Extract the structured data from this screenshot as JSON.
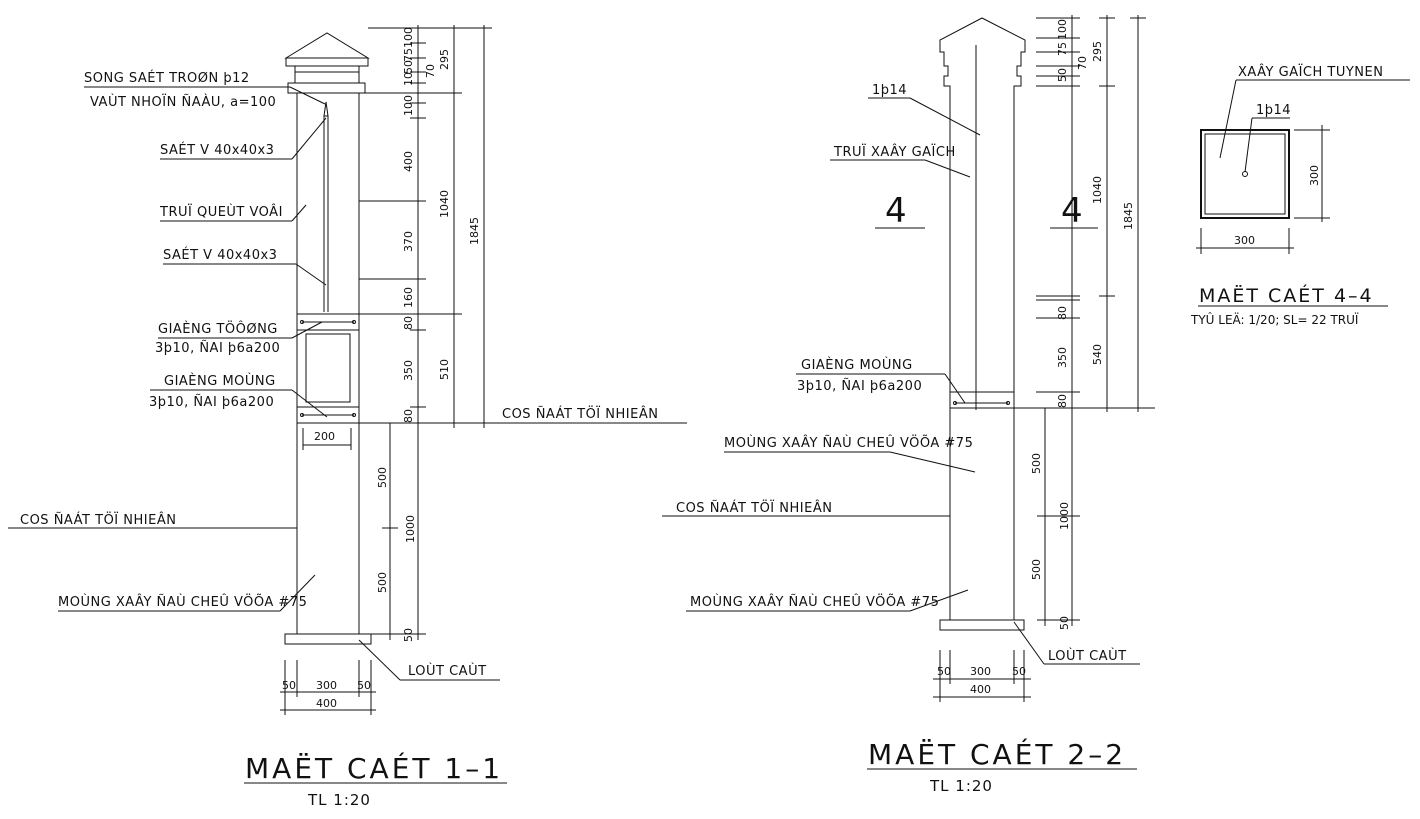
{
  "section_1": {
    "title": "MAËT CAÉT 1–1",
    "scale": "TL 1:20",
    "labels": {
      "song_sat": "SONG SAÉT TROØN þ12",
      "vat_nhon": "VAÙT NHOÏN ÑAÀU, a=100",
      "sat_v_top": "SAÉT V 40x40x3",
      "tru_quet_voi": "TRUÏ QUEÙT VOÂI",
      "sat_v_bottom": "SAÉT V 40x40x3",
      "giang_tuong_1": "GIAÈNG TÖÔØNG",
      "giang_tuong_2": "3þ10, ÑAI þ6a200",
      "giang_mong_1": "GIAÈNG MOÙNG",
      "giang_mong_2": "3þ10, ÑAI þ6a200",
      "cos_right": "COS ÑAÁT TÖÏ NHIEÂN",
      "cos_left": "COS ÑAÁT TÖÏ NHIEÂN",
      "mong_xay": "MOÙNG XAÂY ÑAÙ CHEÛ VÖÕA #75",
      "lot_cat": "LOÙT CAÙT"
    },
    "dims": {
      "d100": "100",
      "d75": "75",
      "d50": "50",
      "d70": "70",
      "d10": "10",
      "d295": "295",
      "d100b": "100",
      "d50b": "50",
      "d400": "400",
      "d1040": "1040",
      "d1845": "1845",
      "d370": "370",
      "d160": "160",
      "d80a": "80",
      "d350": "350",
      "d510": "510",
      "d80b": "80",
      "d200": "200",
      "d500a": "500",
      "d1000": "1000",
      "d500b": "500",
      "d50c": "50",
      "b50a": "50",
      "b300": "300",
      "b50b": "50",
      "b400": "400"
    }
  },
  "section_2": {
    "title": "MAËT CAÉT 2–2",
    "scale": "TL 1:20",
    "labels": {
      "rebar": "1þ14",
      "tru_xay": "TRUÏ XAÂY GAÏCH",
      "mark_left": "4",
      "mark_right": "4",
      "giang_mong_1": "GIAÈNG MOÙNG",
      "giang_mong_2": "3þ10, ÑAI þ6a200",
      "mong_xay_top": "MOÙNG XAÂY ÑAÙ CHEÛ VÖÕA #75",
      "cos": "COS ÑAÁT TÖÏ NHIEÂN",
      "mong_xay_bottom": "MOÙNG XAÂY ÑAÙ CHEÛ VÖÕA #75",
      "lot_cat": "LOÙT CAÙT"
    },
    "dims": {
      "d100": "100",
      "d75": "75",
      "d50": "50",
      "d70": "70",
      "d295": "295",
      "d1040": "1040",
      "d1845": "1845",
      "d80a": "80",
      "d350": "350",
      "d540": "540",
      "d80b": "80",
      "d500a": "500",
      "d1000": "1000",
      "d500b": "500",
      "d50c": "50",
      "b50a": "50",
      "b300": "300",
      "b50b": "50",
      "b400": "400"
    }
  },
  "section_4": {
    "title": "MAËT CAÉT 4–4",
    "scale": "TYÛ LEÄ: 1/20; SL= 22 TRUÏ",
    "labels": {
      "xay_gach": "XAÂY GAÏCH TUYNEN",
      "rebar": "1þ14"
    },
    "dims": {
      "height": "300",
      "width": "300"
    }
  }
}
